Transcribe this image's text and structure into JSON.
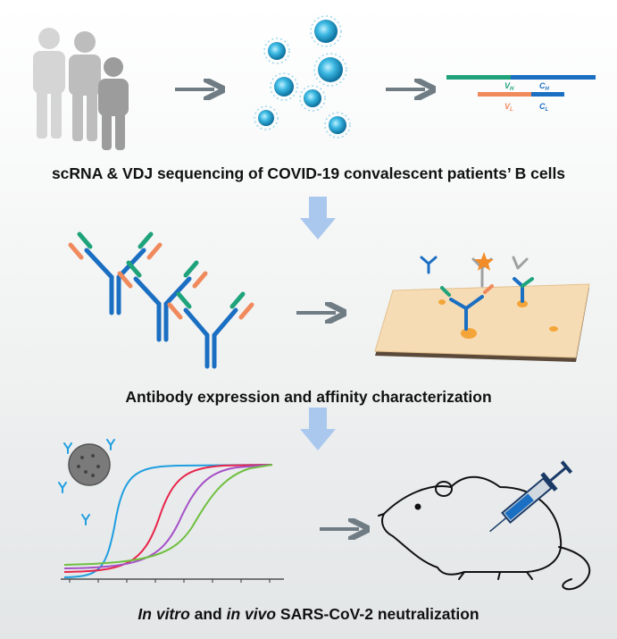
{
  "captions": {
    "step1": "scRNA & VDJ sequencing of COVID-19 convalescent patients’ B cells",
    "step2": "Antibody expression and affinity characterization",
    "step3_part1": "In vitro",
    "step3_part2": " and ",
    "step3_part3": "in vivo",
    "step3_part4": " SARS-CoV-2 neutralization"
  },
  "gene_labels": {
    "vh": "V",
    "vh_sub": "H",
    "ch": "C",
    "ch_sub": "H",
    "vl": "V",
    "vl_sub": "L",
    "cl": "C",
    "cl_sub": "L"
  },
  "colors": {
    "arrow": "#6f7c84",
    "down_arrow": "#aac8ee",
    "heavy_chain": "#1b6fc2",
    "variable_heavy": "#1fa37a",
    "variable_light": "#f08a5d",
    "b_cell": "#2aa9d6",
    "chip": "#f6dcb4",
    "curve_blue": "#1f9ee0",
    "curve_red": "#e8254b",
    "curve_purple": "#a651c7",
    "curve_green": "#6fbf3f"
  },
  "icons": [
    "people-icon",
    "b-cell-icon",
    "antibody-icon",
    "chip-icon",
    "virus-icon",
    "mouse-icon",
    "syringe-icon"
  ]
}
